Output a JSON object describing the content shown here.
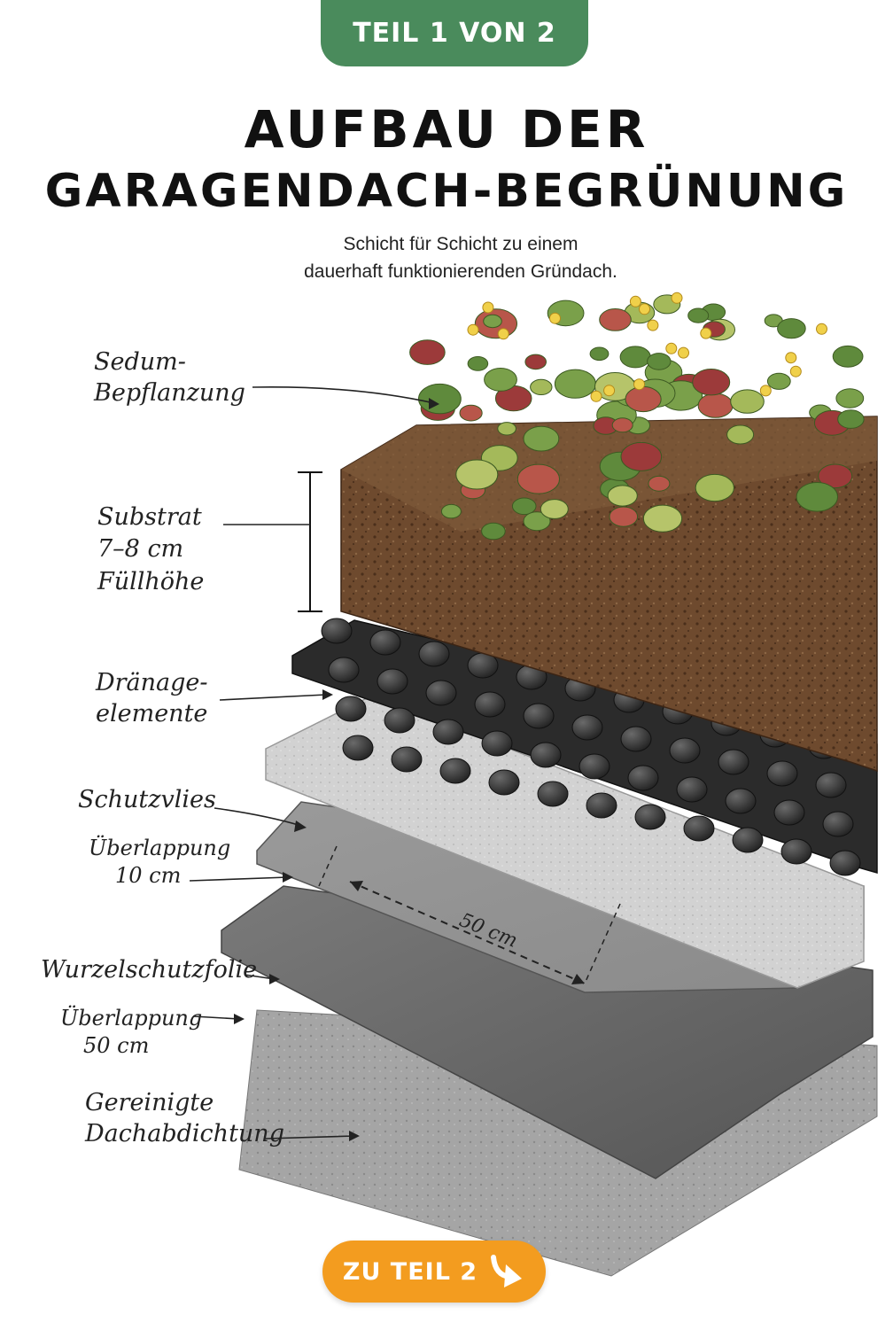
{
  "badge": {
    "label": "TEIL 1 VON 2"
  },
  "header": {
    "title_line1": "AUFBAU DER",
    "title_line2": "GARAGENDACH-BEGRÜNUNG",
    "subtitle_line1": "Schicht für Schicht zu einem",
    "subtitle_line2": "dauerhaft funktionierenden Gründach."
  },
  "layers": {
    "sedum": {
      "line1": "Sedum-",
      "line2": "Bepflanzung"
    },
    "substrat": {
      "line1": "Substrat",
      "line2": "7–8 cm",
      "line3": "Füllhöhe"
    },
    "drainage": {
      "line1": "Dränage-",
      "line2": "elemente"
    },
    "vlies": {
      "line1": "Schutzvlies",
      "overlap1": "Überlappung",
      "overlap2": "10 cm"
    },
    "folie": {
      "line1": "Wurzelschutzfolie",
      "overlap1": "Überlappung",
      "overlap2": "50 cm"
    },
    "dach": {
      "line1": "Gereinigte",
      "line2": "Dachabdichtung"
    },
    "dimension": "50 cm"
  },
  "colors": {
    "badge": "#4a8b5c",
    "cta": "#f39c1f",
    "soil": "#6e4a2e",
    "drainage": "#2b2b2b",
    "fleece": "#cfcfcf",
    "foil": "#6a6a6a",
    "roof": "#a9a9a9"
  },
  "cta": {
    "label": "ZU TEIL 2",
    "icon": "arrow-down-right-icon"
  }
}
